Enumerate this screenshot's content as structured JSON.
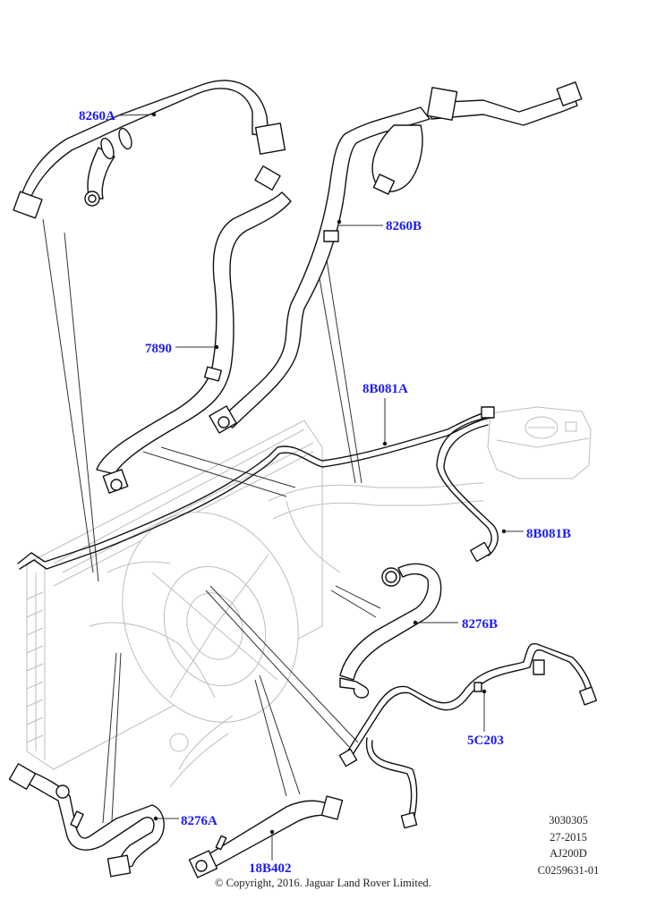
{
  "diagram": {
    "title": "Cooling system hoses – exploded parts diagram",
    "callouts": [
      {
        "id": "8260A",
        "label": "8260A"
      },
      {
        "id": "8260B",
        "label": "8260B"
      },
      {
        "id": "7890",
        "label": "7890"
      },
      {
        "id": "8B081A",
        "label": "8B081A"
      },
      {
        "id": "8B081B",
        "label": "8B081B"
      },
      {
        "id": "8276B",
        "label": "8276B"
      },
      {
        "id": "5C203",
        "label": "5C203"
      },
      {
        "id": "8276A",
        "label": "8276A"
      },
      {
        "id": "18B402",
        "label": "18B402"
      }
    ],
    "meta_block": [
      "3030305",
      "27-2015",
      "AJ200D",
      "C0259631-01"
    ],
    "copyright": "© Copyright, 2016. Jaguar Land Rover Limited.",
    "colors": {
      "callout_text": "#1a1aff",
      "line_art": "#111111",
      "background_art": "#bdbdbd",
      "background": "#ffffff"
    }
  }
}
